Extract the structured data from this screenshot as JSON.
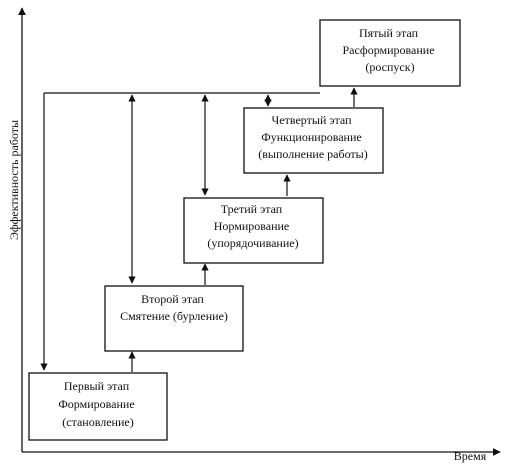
{
  "axes": {
    "y_label": "Эффективность работы",
    "x_label": "Время"
  },
  "stages": [
    {
      "lines": [
        "Первый этап",
        "Формирование",
        "(становление)"
      ]
    },
    {
      "lines": [
        "Второй этап",
        "Смятение (бурление)"
      ]
    },
    {
      "lines": [
        "Третий этап",
        "Нормирование",
        "(упорядочивание)"
      ]
    },
    {
      "lines": [
        "Четвертый этап",
        "Функционирование",
        "(выполнение работы)"
      ]
    },
    {
      "lines": [
        "Пятый этап",
        "Расформирование",
        "(роспуск)"
      ]
    }
  ]
}
